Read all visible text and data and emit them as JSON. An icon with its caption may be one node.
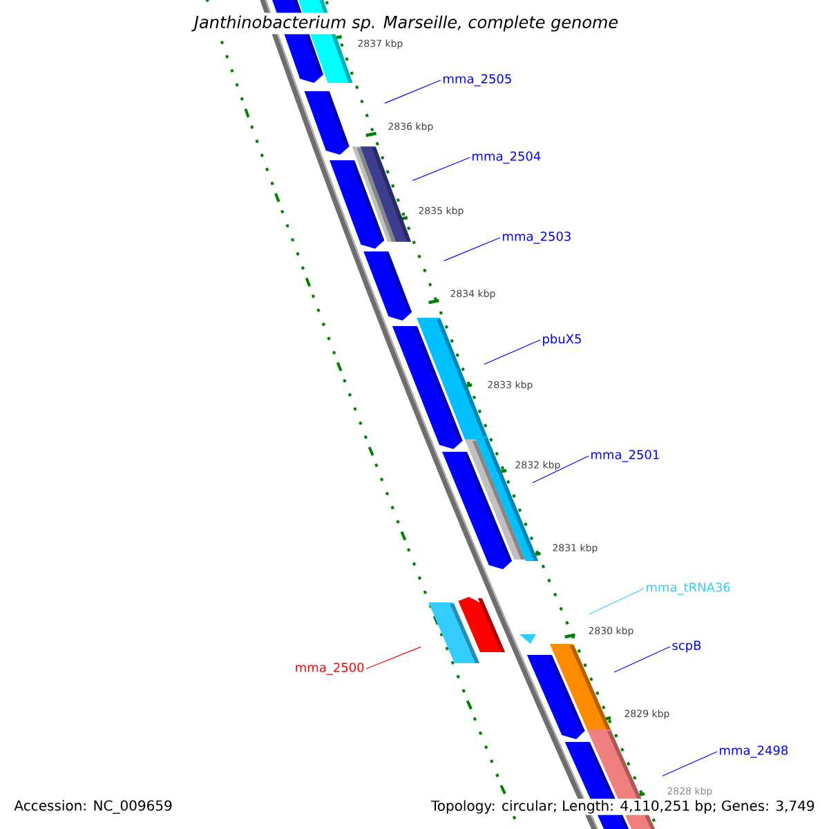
{
  "diagram": {
    "title": "Janthinobacterium sp. Marseille, complete genome",
    "nodes": [
      {
        "text": [
          "mma_2505"
        ]
      },
      {
        "text": [
          "mma_2504"
        ]
      },
      {
        "text": [
          "mma_2503"
        ]
      },
      {
        "text": [
          "pbuX5"
        ]
      },
      {
        "text": [
          "mma_2501"
        ]
      },
      {
        "text": [
          "mma_tRNA36"
        ]
      },
      {
        "text": [
          "scpB"
        ]
      },
      {
        "text": [
          "mma_2500"
        ]
      },
      {
        "text": [
          "mma_2498"
        ]
      }
    ],
    "edges": [
      {
        "from": 0,
        "to": null,
        "arrow": "none"
      },
      {
        "from": 1,
        "to": null,
        "arrow": "none"
      },
      {
        "from": 2,
        "to": null,
        "arrow": "none"
      },
      {
        "from": 3,
        "to": null,
        "arrow": "none"
      },
      {
        "from": 4,
        "to": null,
        "arrow": "none"
      },
      {
        "from": 5,
        "to": null,
        "arrow": "none",
        "color": "#33ccff"
      },
      {
        "from": 6,
        "to": null,
        "arrow": "none"
      },
      {
        "from": 7,
        "to": null,
        "arrow": "none",
        "color": "#ff0000"
      },
      {
        "from": 8,
        "to": null,
        "arrow": "none"
      }
    ],
    "labels": [
      "2837 kbp",
      "2836 kbp",
      "2835 kbp",
      "2834 kbp",
      "2833 kbp",
      "2832 kbp",
      "2831 kbp",
      "2830 kbp",
      "2829 kbp",
      "2828 kbp",
      "Accession: NC_009659",
      "Topology: circular; Length: 4,110,251 bp; Genes: 3,749"
    ]
  }
}
